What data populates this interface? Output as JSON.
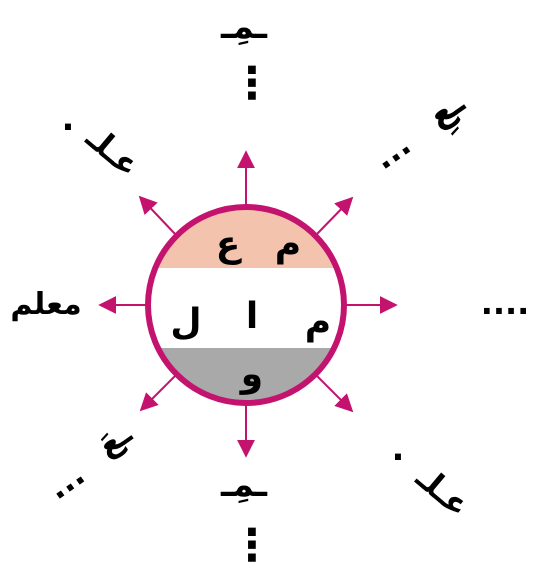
{
  "colors": {
    "accent": "#c4136f",
    "band_top": "#f3c3ae",
    "band_middle": "#ffffff",
    "band_bottom": "#a9a9a9",
    "text": "#000000"
  },
  "center_letters": {
    "top_row": [
      "ع",
      "م"
    ],
    "middle_row": [
      "ل",
      "ا",
      "م"
    ],
    "bottom_row": [
      "و"
    ]
  },
  "branches": {
    "top": {
      "fragment": "ـمِـ",
      "dots": "⋮"
    },
    "top_right": {
      "fragment": "ـعِ",
      "dots": "..."
    },
    "right": {
      "fragment": "",
      "dots": "...."
    },
    "bottom_right": {
      "fragment": "عـلـ",
      "dots": "."
    },
    "bottom": {
      "fragment": "ـمِـ",
      "dots": "⋮"
    },
    "bottom_left": {
      "fragment": "ـعَ",
      "dots": "..."
    },
    "left": {
      "fragment": "معلم",
      "dots": ""
    },
    "top_left": {
      "fragment": "عـلـ",
      "dots": "."
    }
  }
}
